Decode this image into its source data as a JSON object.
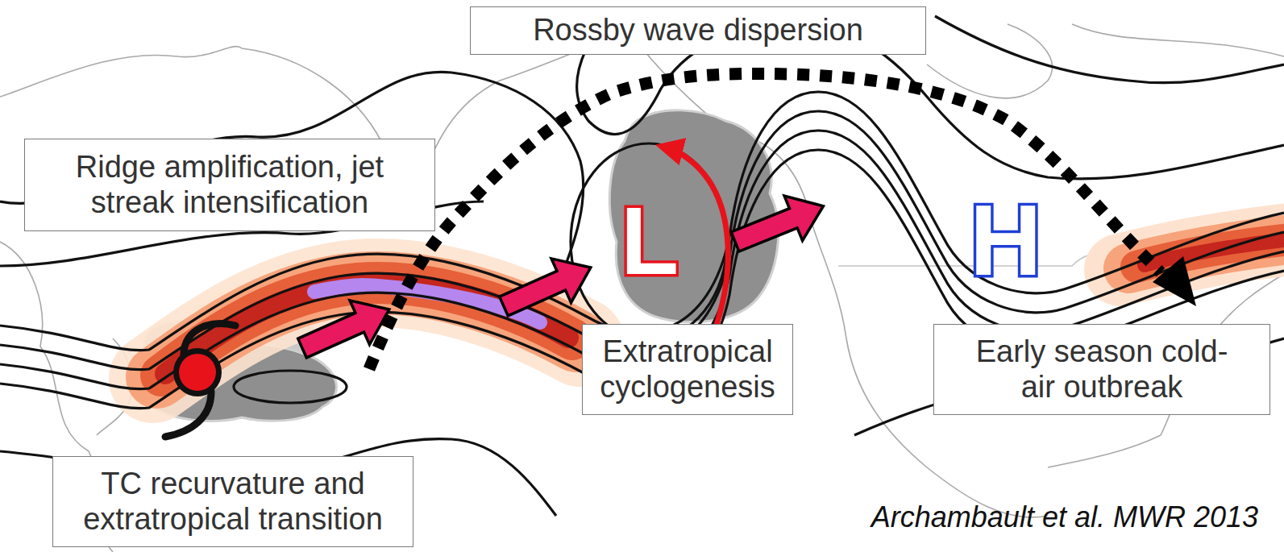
{
  "diagram": {
    "caption": "Archambault et al. MWR 2013",
    "nodes": [
      {
        "text": [
          "Rossby wave dispersion"
        ]
      },
      {
        "text": [
          "Ridge amplification, jet streak intensification"
        ]
      },
      {
        "text": [
          "Extratropical cyclogenesis"
        ]
      },
      {
        "text": [
          "Early season cold-air outbreak"
        ]
      },
      {
        "text": [
          "TC recurvature and extratropical transition"
        ]
      }
    ],
    "labels": [
      "L",
      "H"
    ]
  }
}
